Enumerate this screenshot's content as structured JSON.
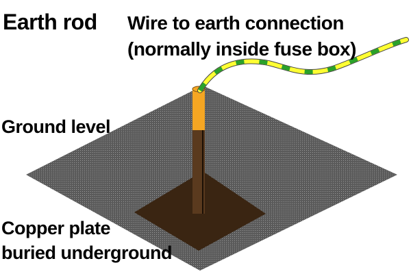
{
  "labels": {
    "title": "Earth rod",
    "wire_line1": "Wire to earth connection",
    "wire_line2": "(normally inside fuse box)",
    "ground_level": "Ground level",
    "plate_line1": "Copper plate",
    "plate_line2": "buried underground"
  },
  "colors": {
    "background": "#ffffff",
    "ground_surface": "#4d4d4d",
    "copper_plate": "#3a2512",
    "rod_above_ground": "#f5a623",
    "rod_below_ground": "#5a3a1e",
    "wire_yellow": "#ffff33",
    "wire_green": "#2aa12a",
    "text": "#000000"
  }
}
